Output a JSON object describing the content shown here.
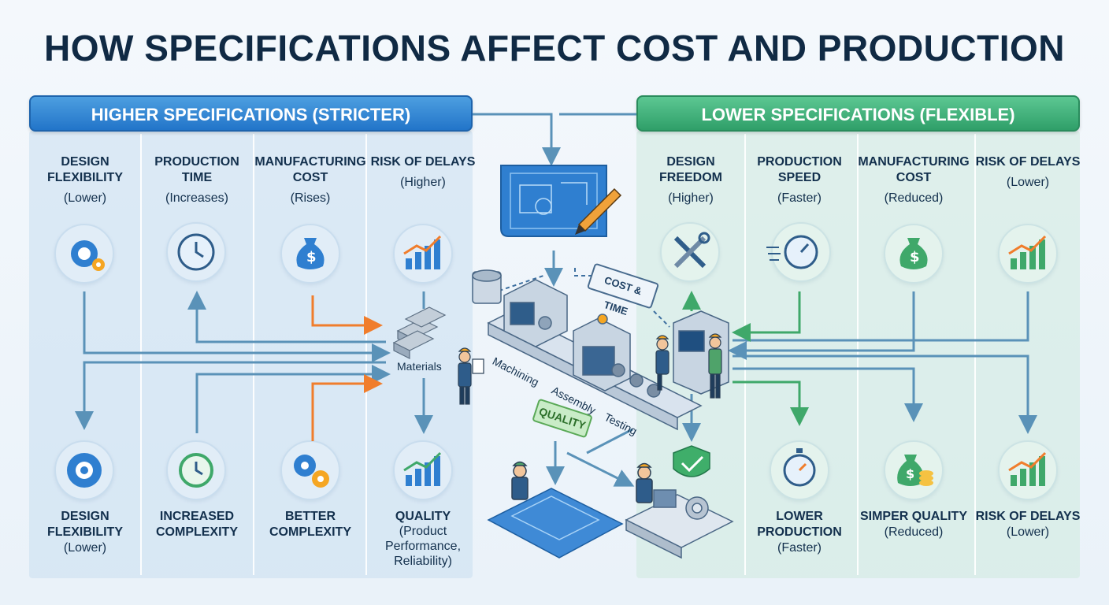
{
  "title": "HOW SPECIFICATIONS AFFECT COST AND PRODUCTION",
  "left": {
    "banner": "HIGHER SPECIFICATIONS (STRICTER)",
    "top": [
      {
        "h": "DESIGN FLEXIBILITY",
        "s": "(Lower)",
        "icon": "gear-icon"
      },
      {
        "h": "PRODUCTION TIME",
        "s": "(Increases)",
        "icon": "clock-icon"
      },
      {
        "h": "MANUFACTURING COST",
        "s": "(Rises)",
        "icon": "money-bag-icon"
      },
      {
        "h": "RISK OF DELAYS",
        "s": "(Higher)",
        "icon": "chart-up-icon"
      }
    ],
    "bottom": [
      {
        "h": "DESIGN FLEXIBILITY",
        "s": "(Lower)",
        "icon": "gear-wrench-icon"
      },
      {
        "h": "INCREASED COMPLEXITY",
        "s": "",
        "icon": "clock-refresh-icon"
      },
      {
        "h": "BETTER COMPLEXITY",
        "s": "",
        "icon": "gears-icon"
      },
      {
        "h": "QUALITY",
        "s": "(Product Performance, Reliability)",
        "icon": "chart-up-icon"
      }
    ]
  },
  "right": {
    "banner": "LOWER SPECIFICATIONS (FLEXIBLE)",
    "top": [
      {
        "h": "DESIGN FREEDOM",
        "s": "(Higher)",
        "icon": "tools-icon"
      },
      {
        "h": "PRODUCTION SPEED",
        "s": "(Faster)",
        "icon": "speed-icon"
      },
      {
        "h": "MANUFACTURING COST",
        "s": "(Reduced)",
        "icon": "money-bag-icon"
      },
      {
        "h": "RISK OF DELAYS",
        "s": "(Lower)",
        "icon": "chart-up-icon"
      }
    ],
    "bottom": [
      {
        "h": "LOWER PRODUCTION",
        "s": "(Faster)",
        "icon": "stopwatch-icon"
      },
      {
        "h": "SIMPER QUALITY",
        "s": "(Reduced)",
        "icon": "money-coins-icon"
      },
      {
        "h": "RISK OF DELAYS",
        "s": "(Lower)",
        "icon": "chart-up-icon"
      }
    ]
  },
  "center": {
    "materials": "Materials",
    "machining": "Machining",
    "assembly": "Assembly",
    "testing": "Testing",
    "cost_time": "COST & TIME",
    "quality": "QUALITY"
  },
  "colors": {
    "blue_accent": "#2275c9",
    "green_accent": "#2f9f69",
    "orange_arrow": "#f07d2c",
    "flow_line": "#5a92b8"
  }
}
